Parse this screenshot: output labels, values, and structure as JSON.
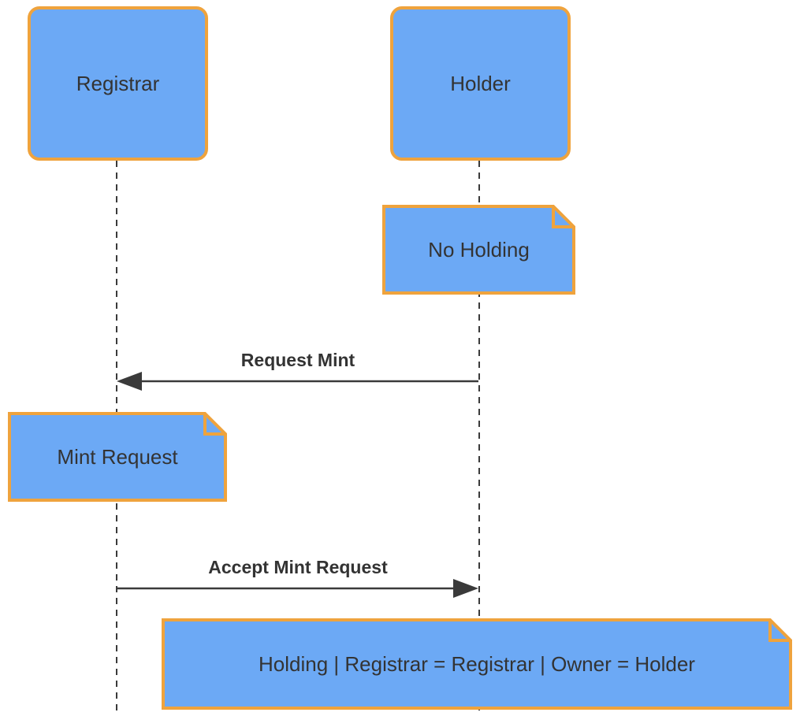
{
  "diagram": {
    "kind": "sequence-diagram",
    "actors": [
      {
        "label": "Registrar"
      },
      {
        "label": "Holder"
      }
    ],
    "notes": [
      {
        "text": "No Holding",
        "attached_to": "Holder"
      },
      {
        "text": "Mint Request",
        "attached_to": "Registrar"
      },
      {
        "text": "Holding | Registrar = Registrar | Owner = Holder",
        "attached_to": "Holder"
      }
    ],
    "messages": [
      {
        "label": "Request Mint",
        "from": "Holder",
        "to": "Registrar",
        "direction": "left"
      },
      {
        "label": "Accept Mint Request",
        "from": "Registrar",
        "to": "Holder",
        "direction": "right"
      }
    ],
    "colors": {
      "shape_fill": "#6CA9F5",
      "shape_stroke": "#EFA33D",
      "text": "#333333",
      "line": "#3A3A3A",
      "background": "#FFFFFF"
    }
  }
}
